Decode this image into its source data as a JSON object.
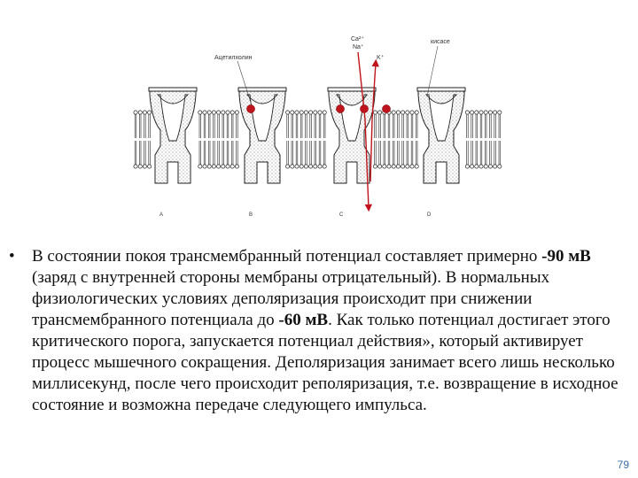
{
  "diagram": {
    "labels": {
      "acetylcholine": "Ацетилхолин",
      "kinase": "кисасе",
      "ca_ion": "Ca²⁺",
      "na_ion": "Na⁺",
      "k_ion": "K⁺",
      "channel_a": "A",
      "channel_b": "B",
      "channel_c": "C",
      "channel_d": "D"
    },
    "colors": {
      "ligand": "#c0141c",
      "arrow": "#c0141c",
      "outline": "#222222"
    }
  },
  "text": {
    "bullet": "•",
    "seg1": "В состоянии покоя трансмембранный потенциал составляет примерно ",
    "bold1": "-90 мВ",
    "seg2": " (заряд с внутренней стороны мембраны отрицательный). В нормальных физиологических условиях деполяризация происходит при снижении трансмембранного потенциала до ",
    "bold2": "-60 мВ",
    "seg3": ". Как только потенциал достигает этого критического порога, запускается потенциал действия», который активирует процесс мышечного сокращения. Деполяризация занимает всего лишь несколько миллисекунд, после чего происходит реполяризация, т.е. возвращение в исходное состояние и возможна передаче следующего импульса."
  },
  "page_number": "79"
}
